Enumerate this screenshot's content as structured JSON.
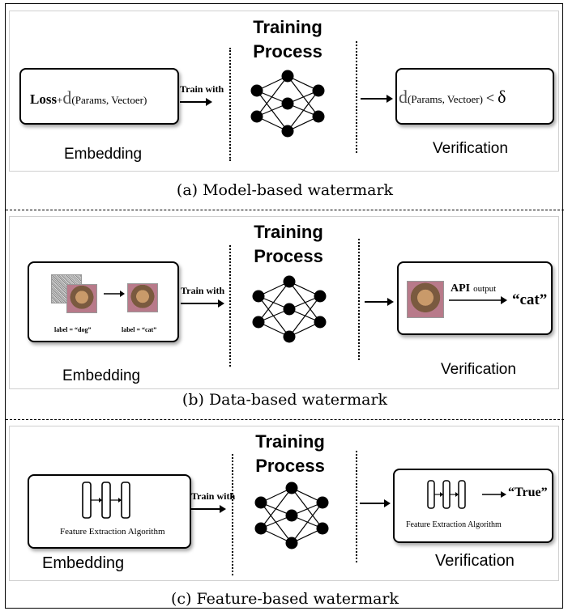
{
  "panels": [
    {
      "training_title_line1": "Training",
      "training_title_line2": "Process",
      "embed_loss": "Loss",
      "embed_plus": "+",
      "embed_d": "d",
      "embed_args": "(Params, Vectoer)",
      "train_with": "Train with",
      "verify_d": "d",
      "verify_args": "(Params, Vectoer)",
      "verify_lt": "<",
      "verify_delta": "δ",
      "embedding_label": "Embedding",
      "verification_label": "Verification",
      "caption": "(a) Model-based watermark"
    },
    {
      "training_title_line1": "Training",
      "training_title_line2": "Process",
      "label_dog": "label = “dog”",
      "label_cat": "label = “cat”",
      "train_with": "Train with",
      "api": "API",
      "output": "output",
      "result": "“cat”",
      "embedding_label": "Embedding",
      "verification_label": "Verification",
      "caption": "(b) Data-based watermark"
    },
    {
      "training_title_line1": "Training",
      "training_title_line2": "Process",
      "feature_algo_embed": "Feature Extraction Algorithm",
      "train_with": "Train with",
      "feature_algo_verify": "Feature Extraction Algorithm",
      "result": "“True”",
      "embedding_label": "Embedding",
      "verification_label": "Verification",
      "caption": "(c) Feature-based watermark"
    }
  ]
}
